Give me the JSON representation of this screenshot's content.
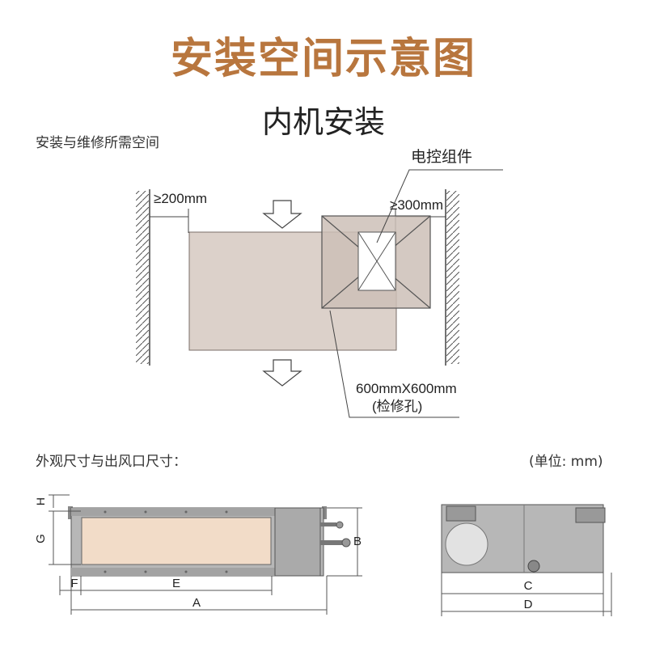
{
  "title": "安装空间示意图",
  "subtitle": "内机安装",
  "top_section": {
    "caption": "安装与维修所需空间",
    "clearance_left": "≥200mm",
    "clearance_right": "≥300mm",
    "control_label": "电控组件",
    "access_size": "600mmX600mm",
    "access_name": "(检修孔)"
  },
  "bottom_section": {
    "caption": "外观尺寸与出风口尺寸：",
    "unit": "(单位: mm)",
    "dims": {
      "A": "A",
      "B": "B",
      "C": "C",
      "D": "D",
      "E": "E",
      "F": "F",
      "G": "G",
      "H": "H"
    }
  },
  "colors": {
    "title": "#b8763e",
    "unit_body": "#dcd1ca",
    "access_panel": "#cdbfb7",
    "control_box": "#ffffff",
    "front_panel": "#f2dcc8",
    "casing": "#b7b7b7"
  }
}
